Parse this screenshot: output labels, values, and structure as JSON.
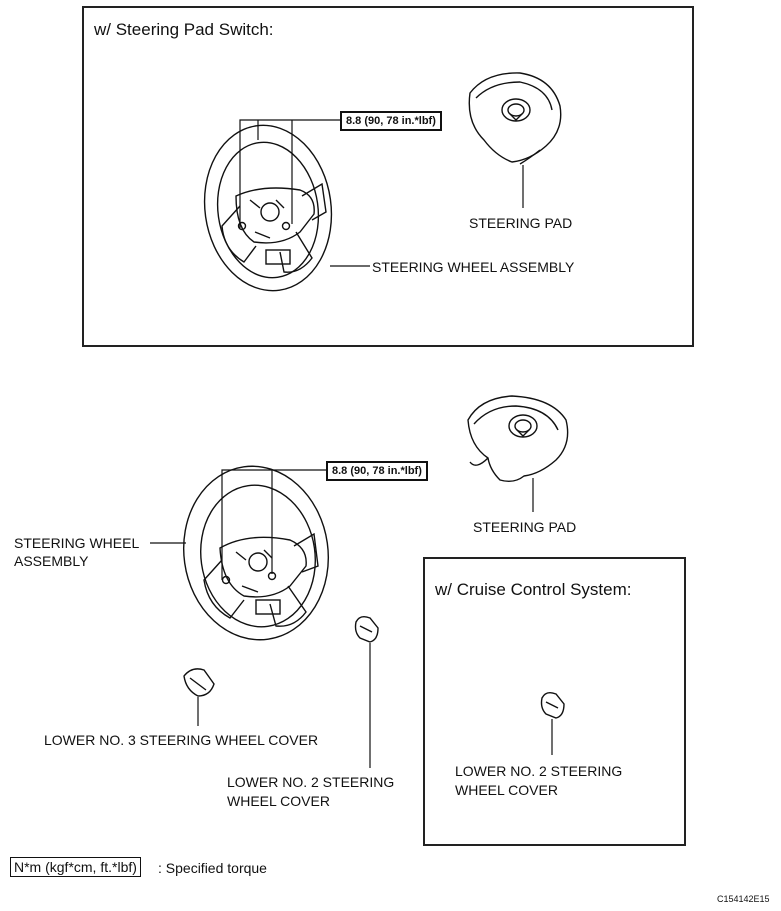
{
  "top_panel": {
    "title": "w/ Steering Pad Switch:",
    "torque": "8.8 (90, 78 in.*lbf)",
    "steering_pad": "STEERING PAD",
    "steering_wheel": "STEERING WHEEL ASSEMBLY"
  },
  "bottom": {
    "torque": "8.8 (90, 78 in.*lbf)",
    "steering_pad": "STEERING PAD",
    "steering_wheel_line1": "STEERING WHEEL",
    "steering_wheel_line2": "ASSEMBLY",
    "lower_no3": "LOWER NO. 3 STEERING WHEEL COVER",
    "lower_no2_line1": "LOWER NO. 2 STEERING",
    "lower_no2_line2": "WHEEL COVER"
  },
  "cruise_panel": {
    "title": "w/ Cruise Control System:",
    "lower_no2_line1": "LOWER NO. 2 STEERING",
    "lower_no2_line2": "WHEEL COVER"
  },
  "legend": {
    "unit": "N*m (kgf*cm, ft.*lbf)",
    "description": ": Specified torque"
  },
  "figure_code": "C154142E15"
}
